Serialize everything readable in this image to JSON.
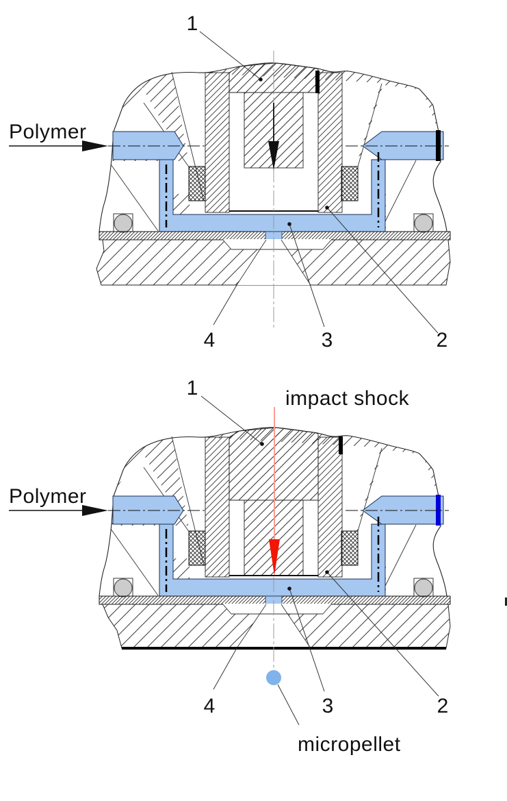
{
  "figure": {
    "upper_diagram": {
      "polymer_label": "Polymer",
      "callouts": {
        "c1": "1",
        "c2": "2",
        "c3": "3",
        "c4": "4"
      }
    },
    "lower_diagram": {
      "polymer_label": "Polymer",
      "impact_shock_label": "impact shock",
      "micropellet_label": "micropellet",
      "callouts": {
        "c1": "1",
        "c2": "2",
        "c3": "3",
        "c4": "4"
      }
    },
    "colors": {
      "polymer_channel_blue": "#a5c7f0",
      "inlet_end_cap_upper": "#000000",
      "inlet_end_cap_lower": "#0000dd",
      "impact_shock_red": "#f31505",
      "impact_shock_line_red": "#ff9c92",
      "micropellet_blue": "#7fb3ea",
      "o_ring_gray": "#cccccc"
    }
  }
}
